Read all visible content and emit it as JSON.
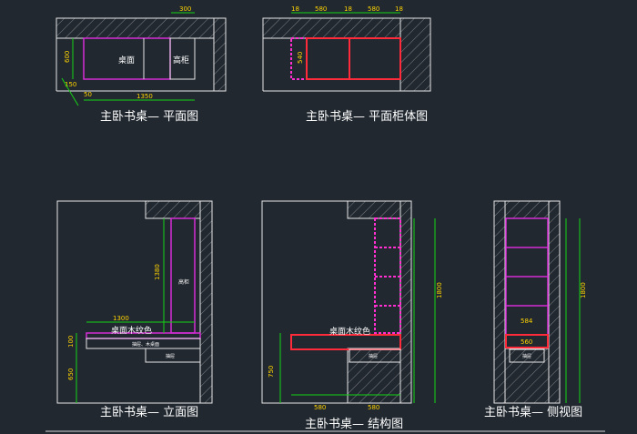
{
  "titles": {
    "plan": "主卧书桌— 平面图",
    "plan_cabinet": "主卧书桌— 平面柜体图",
    "elevation": "主卧书桌— 立面图",
    "structure": "主卧书桌— 结构图",
    "side": "主卧书桌— 侧视图"
  },
  "labels": {
    "desk_top": "桌面",
    "tall_cabinet": "高柜",
    "tall_cabinet_v": "高柜",
    "wood_grain_1": "桌面木纹色",
    "wood_grain_2": "桌面木纹色",
    "drawer_1": "抽屉、木桌面",
    "drawer_2": "抽屉",
    "drawer_3": "抽屉",
    "drawer_4": "抽屉"
  },
  "dims": {
    "p_300": "300",
    "p_600": "600",
    "p_150": "150",
    "p_1350": "1350",
    "p_50": "50",
    "c_18a": "18",
    "c_580a": "580",
    "c_18b": "18",
    "c_580b": "580",
    "c_18c": "18",
    "c_540": "540",
    "e_1300": "1300",
    "e_1380": "1380",
    "e_100": "100",
    "e_650": "650",
    "s_750": "750",
    "s_580a": "580",
    "s_580b": "580",
    "s_1800": "1800",
    "v_1800": "1800",
    "v_560": "560",
    "v_584": "584"
  },
  "colors": {
    "background": "#212830",
    "structure": "#e8e8e8",
    "cabinet": "#d62cd6",
    "board": "#ff2a3a",
    "dimension_line": "#16d316",
    "dimension_text": "#ffd400",
    "text": "#ffffff"
  }
}
